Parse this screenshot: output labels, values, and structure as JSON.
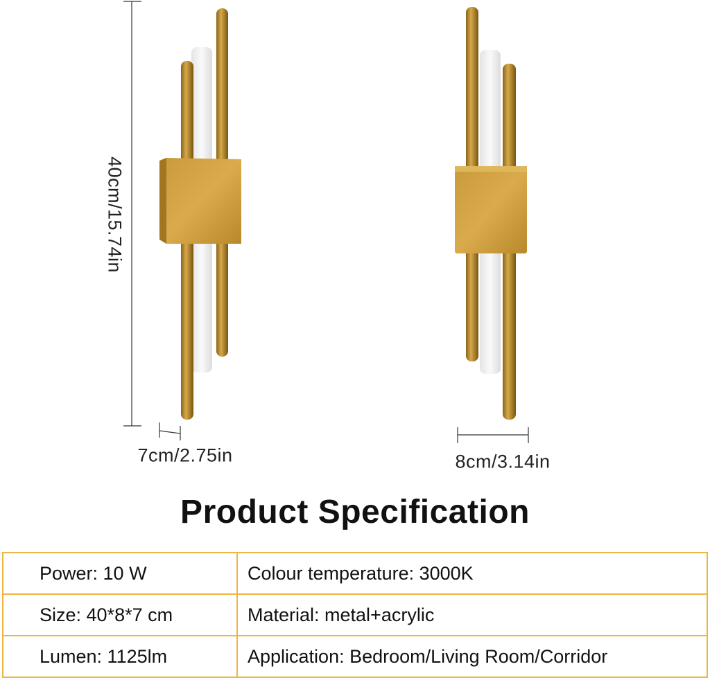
{
  "dimensions": {
    "height_label": "40cm/15.74in",
    "left_width_label": "7cm/2.75in",
    "right_width_label": "8cm/3.14in"
  },
  "title": "Product Specification",
  "specs": [
    {
      "left": "Power: 10 W",
      "right": "Colour temperature: 3000K"
    },
    {
      "left": "Size: 40*8*7 cm",
      "right": "Material: metal+acrylic"
    },
    {
      "left": "Lumen: 1125lm",
      "right": "Application: Bedroom/Living Room/Corridor"
    }
  ],
  "colors": {
    "gold": "#b8892a",
    "table_border": "#f0b445"
  }
}
